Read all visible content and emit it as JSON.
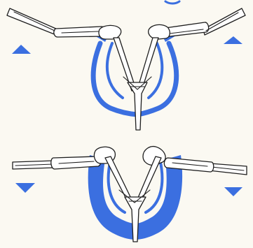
{
  "figure": {
    "panels": [
      {
        "id": "upstroke",
        "arrow_direction": "up"
      },
      {
        "id": "downstroke",
        "arrow_direction": "down"
      }
    ],
    "colors": {
      "muscle": "#3b6fe0",
      "arrow": "#3b6fe0",
      "bone_fill": "#ffffff",
      "outline": "#1e1e1e",
      "background": "#fbf9f2"
    }
  }
}
